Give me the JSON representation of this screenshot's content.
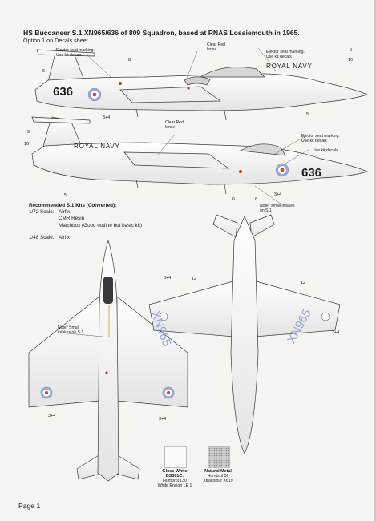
{
  "header": {
    "title": "HS Buccaneer S.1  XN965/636 of 809 Squadron, based at RNAS Lossiemouth in 1965.",
    "subtitle": "Option 1 on Decals sheet"
  },
  "markings": {
    "royal_navy": "ROYAL NAVY",
    "code": "636",
    "serial": "XN965"
  },
  "callouts": {
    "ejector_a": "Ejector seat marking.",
    "ejector_b": "Use kit decals",
    "clear_red_a": "Clear Red",
    "clear_red_b": "lense",
    "use_kit_decals": "Use kit decals",
    "note_a": "Note* small intakes",
    "note_b": "on S.1",
    "note_c": "Note* Small",
    "note_d": "intakes on S.1"
  },
  "numbers": {
    "n5": "5",
    "n6": "6",
    "n8": "8",
    "n9": "9",
    "n10": "10",
    "n12": "12",
    "n34": "3+4"
  },
  "kits": {
    "heading": "Recommended S.1 Kits (Converted):",
    "scale_172": "1/72 Scale:",
    "scale_148": "1/48 Scale:",
    "k172_1": "Airfix",
    "k172_2": "CMR Resin",
    "k172_3": "Matchbox (Good outline but basic kit)",
    "k148_1": "Airfix"
  },
  "swatches": {
    "white_name": "Gloss White",
    "white_code": "BS381C:",
    "white_l1": "Humbrol 130",
    "white_l2": "White Ensign LE 1",
    "metal_name": "Natural Metal",
    "metal_l1": "Humbrol 56",
    "metal_l2": "Xtracolour X619"
  },
  "footer": {
    "page": "Page 1"
  },
  "colors": {
    "roundel_blue": "#9aa6d4",
    "roundel_red": "#c84a4a",
    "lens_red": "#c0392b",
    "line": "#3a3a3a"
  }
}
